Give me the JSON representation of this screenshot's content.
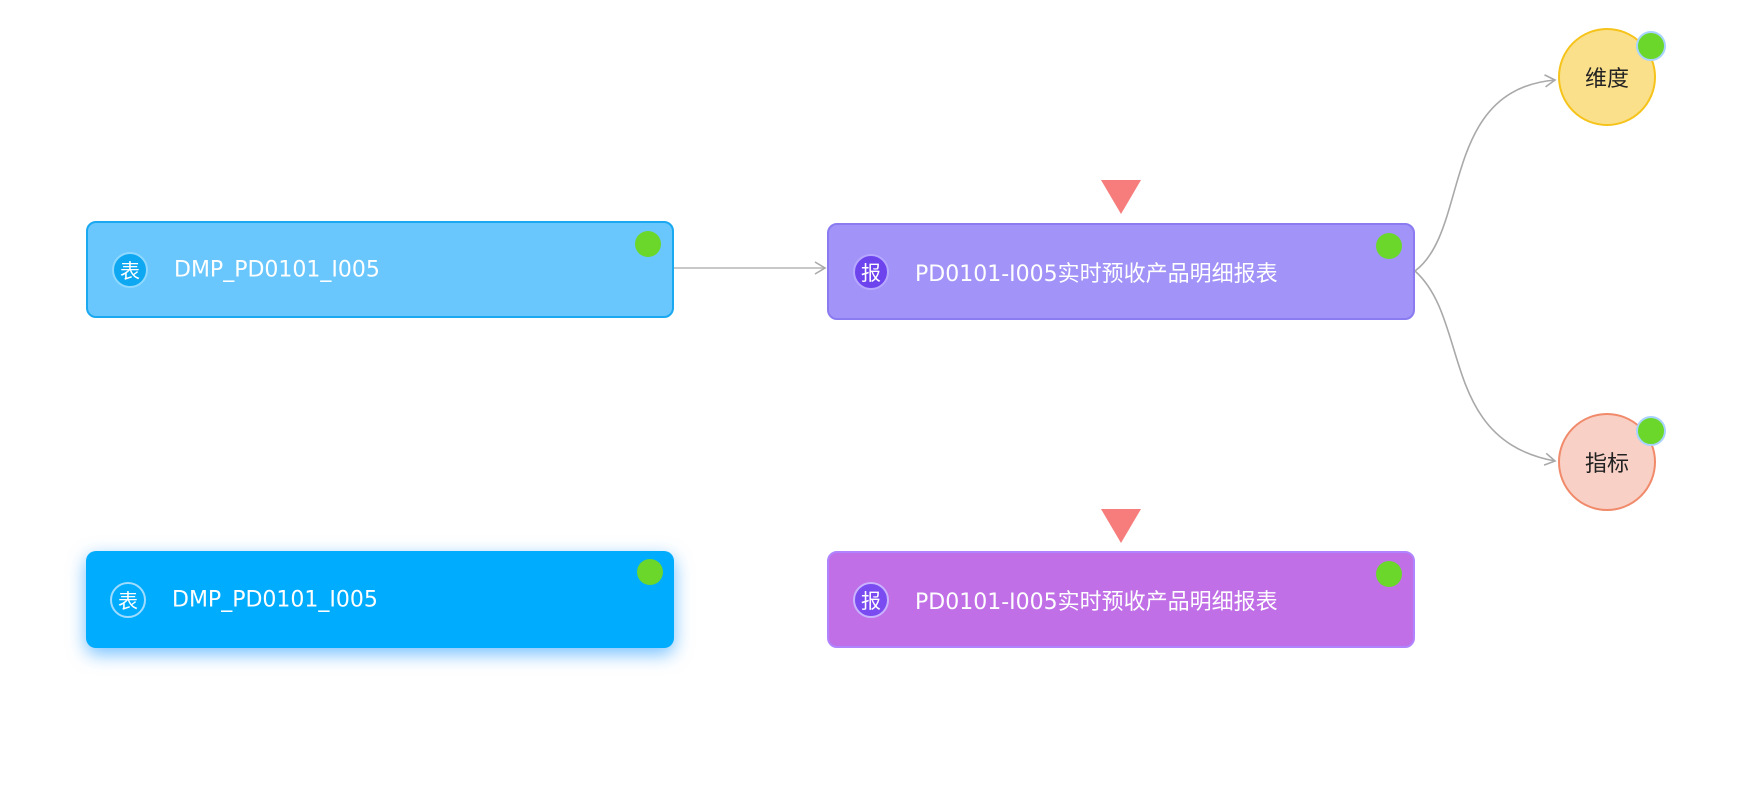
{
  "nodes": {
    "table_1": {
      "icon_char": "表",
      "label": "DMP_PD0101_I005"
    },
    "report_1": {
      "icon_char": "报",
      "label": "PD0101-I005实时预收产品明细报表"
    },
    "table_2": {
      "icon_char": "表",
      "label": "DMP_PD0101_I005"
    },
    "report_2": {
      "icon_char": "报",
      "label": "PD0101-I005实时预收产品明细报表"
    },
    "dimension": {
      "label": "维度"
    },
    "metric": {
      "label": "指标"
    }
  },
  "edges": [
    {
      "from": "table_1",
      "to": "report_1"
    },
    {
      "from": "report_1",
      "to": "dimension"
    },
    {
      "from": "report_1",
      "to": "metric"
    }
  ],
  "colors": {
    "table_1": "#69c7fd",
    "table_2": "#00acfe",
    "report_1": "#a193f7",
    "report_2": "#c06fe7",
    "dimension": "#fbe08c",
    "metric": "#f9d0c5",
    "status_dot": "#6bd72a",
    "marker": "#f77c7c",
    "edge": "#a9a9a9"
  }
}
